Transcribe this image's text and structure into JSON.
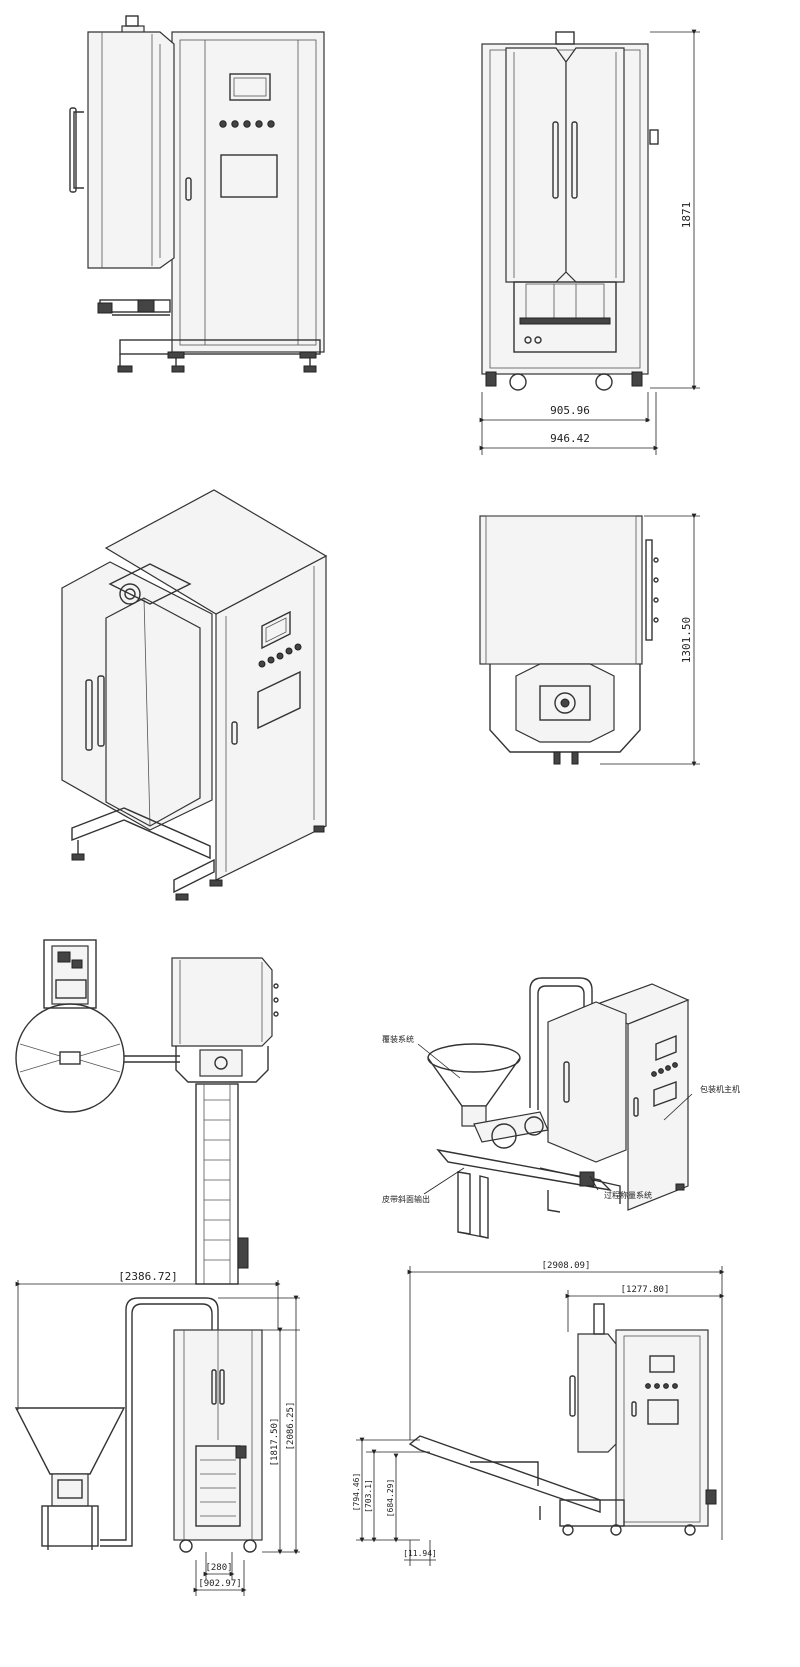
{
  "views": {
    "side_view": {},
    "front_view": {
      "height_dim": "1871",
      "inner_width_dim": "905.96",
      "outer_width_dim": "946.42"
    },
    "iso_view": {},
    "top_view": {
      "depth_dim": "1301.50"
    },
    "plan_layout": {},
    "system_iso": {
      "label_feed": "覆装系统",
      "label_main": "包装机主机",
      "label_belt": "皮带斜面输出",
      "label_weigh": "过程称量系统"
    },
    "front_layout": {
      "overall_width": "[2386.72]",
      "height_a": "[1817.50]",
      "height_b": "[2086.25]",
      "bottom_a": "[280]",
      "bottom_b": "[902.97]"
    },
    "side_layout": {
      "overall_width": "[2908.09]",
      "upper_width": "[1277.80]",
      "h1": "[794.46]",
      "h2": "[703.1]",
      "h3": "[684.29]",
      "bottom": "[11.94]"
    }
  }
}
